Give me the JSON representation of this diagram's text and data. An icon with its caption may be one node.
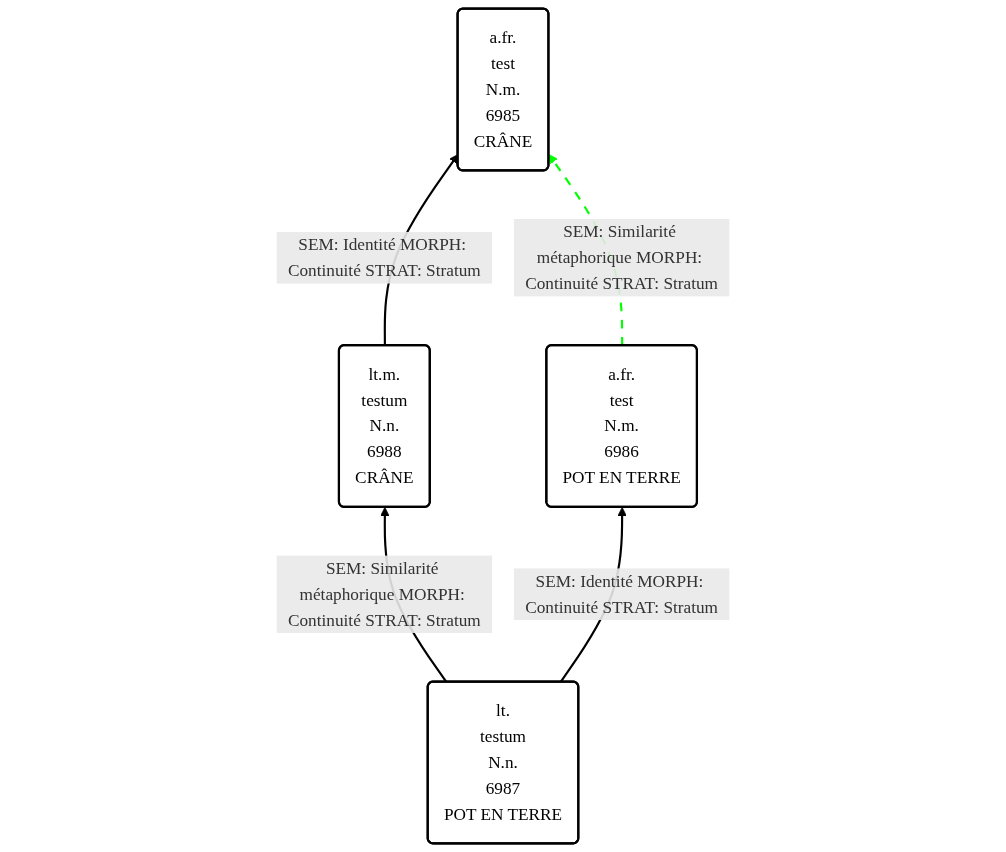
{
  "diagram": {
    "nodes": [
      {
        "text": [
          "a.fr.",
          "test",
          "N.m.",
          "6985",
          "CRÂNE"
        ]
      },
      {
        "text": [
          "lt.m.",
          "testum",
          "N.n.",
          "6988",
          "CRÂNE"
        ]
      },
      {
        "text": [
          "a.fr.",
          "test",
          "N.m.",
          "6986",
          "POT EN TERRE"
        ]
      },
      {
        "text": [
          "lt.",
          "testum",
          "N.n.",
          "6987",
          "POT EN TERRE"
        ]
      }
    ],
    "edges": [
      {
        "from": 1,
        "to": 0,
        "arrow": "to",
        "label": "SEM: Identité MORPH: Continuité STRAT: Stratum"
      },
      {
        "from": 2,
        "to": 0,
        "arrow": "to",
        "label": "SEM: Similarité métaphorique MORPH: Continuité STRAT: Stratum",
        "style": "dashed",
        "color": "#00ff00"
      },
      {
        "from": 3,
        "to": 1,
        "arrow": "to",
        "label": "SEM: Similarité métaphorique MORPH: Continuité STRAT: Stratum"
      },
      {
        "from": 3,
        "to": 2,
        "arrow": "to",
        "label": "SEM: Identité MORPH: Continuité STRAT: Stratum"
      }
    ]
  }
}
